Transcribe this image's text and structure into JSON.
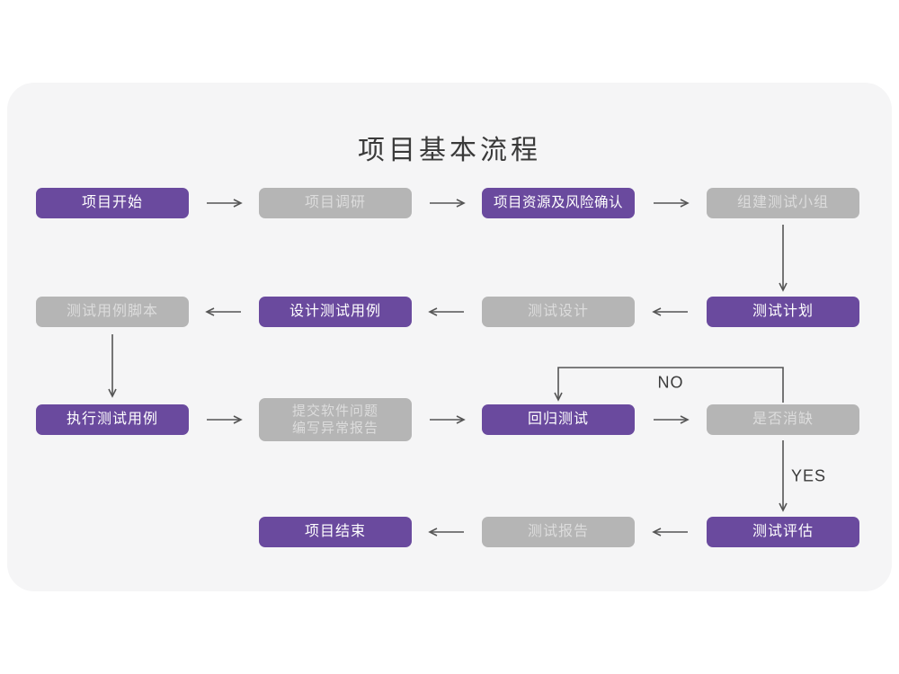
{
  "title": "项目基本流程",
  "colors": {
    "page_background": "#ffffff",
    "card_background": "#f5f5f6",
    "primary_purple": "#6a4a9e",
    "secondary_gray": "#b5b5b5",
    "text_on_purple": "#ffffff",
    "text_on_gray": "#dcdcdc",
    "arrow": "#555555",
    "title_text": "#3a3a3a"
  },
  "flowchart": {
    "nodes": [
      {
        "label": "项目开始",
        "variant": "purple"
      },
      {
        "label": "项目调研",
        "variant": "gray"
      },
      {
        "label": "项目资源及风险确认",
        "variant": "purple"
      },
      {
        "label": "组建测试小组",
        "variant": "gray"
      },
      {
        "label": "测试计划",
        "variant": "purple"
      },
      {
        "label": "测试设计",
        "variant": "gray"
      },
      {
        "label": "设计测试用例",
        "variant": "purple"
      },
      {
        "label": "测试用例脚本",
        "variant": "gray"
      },
      {
        "label": "执行测试用例",
        "variant": "purple"
      },
      {
        "label": "提交软件问题\n编写异常报告",
        "variant": "gray"
      },
      {
        "label": "回归测试",
        "variant": "purple"
      },
      {
        "label": "是否消缺",
        "variant": "gray"
      },
      {
        "label": "测试评估",
        "variant": "purple"
      },
      {
        "label": "测试报告",
        "variant": "gray"
      },
      {
        "label": "项目结束",
        "variant": "purple"
      }
    ],
    "branch_labels": {
      "no": "NO",
      "yes": "YES"
    }
  }
}
